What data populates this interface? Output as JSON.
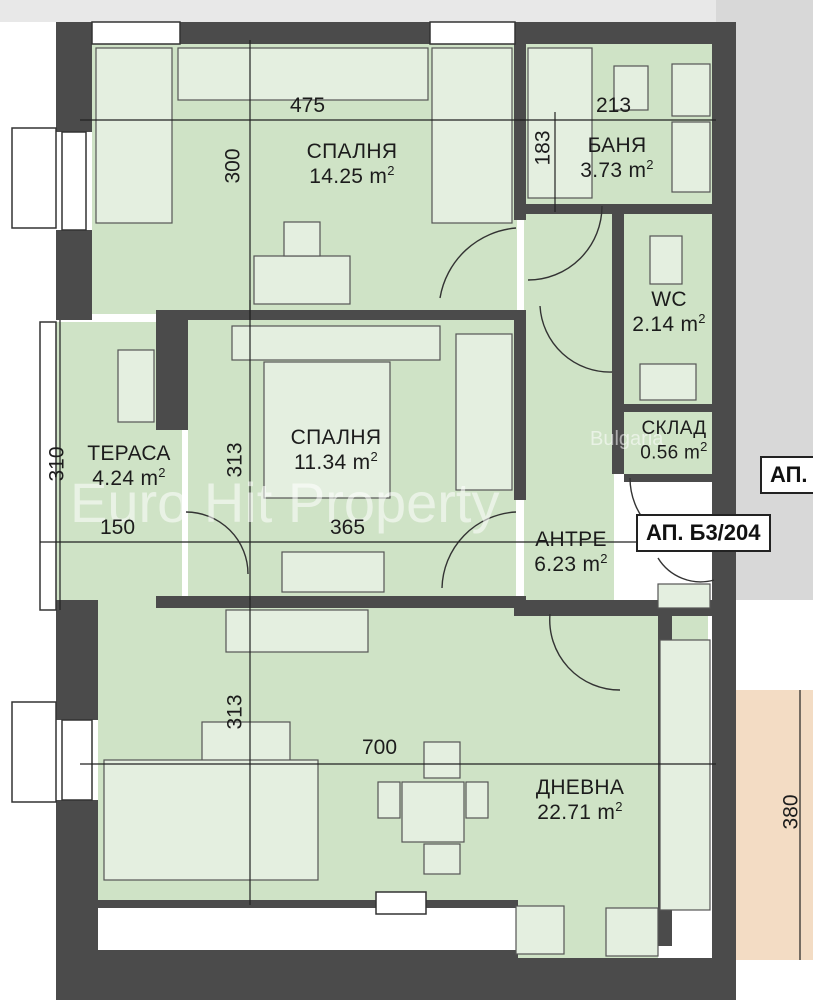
{
  "rooms": {
    "bedroom1": {
      "name": "СПАЛНЯ",
      "area": "14.25 m",
      "unit_sup": "2"
    },
    "bathroom": {
      "name": "БАНЯ",
      "area": "3.73 m",
      "unit_sup": "2"
    },
    "wc": {
      "name": "WC",
      "area": "2.14 m",
      "unit_sup": "2"
    },
    "storage": {
      "name": "СКЛАД",
      "area": "0.56 m",
      "unit_sup": "2"
    },
    "bedroom2": {
      "name": "СПАЛНЯ",
      "area": "11.34 m",
      "unit_sup": "2"
    },
    "terrace": {
      "name": "ТЕРАСА",
      "area": "4.24 m",
      "unit_sup": "2"
    },
    "hallway": {
      "name": "АНТРЕ",
      "area": "6.23 m",
      "unit_sup": "2"
    },
    "living": {
      "name": "ДНЕВНА",
      "area": "22.71 m",
      "unit_sup": "2"
    }
  },
  "dimensions": {
    "d475": "475",
    "d300": "300",
    "d213": "213",
    "d183": "183",
    "d313a": "313",
    "d310": "310",
    "d150": "150",
    "d365": "365",
    "d313b": "313",
    "d700": "700",
    "d380": "380"
  },
  "apartment_tags": {
    "current": "АП. Б3/204",
    "neighbor": "АП."
  },
  "watermark": {
    "text": "Euro Hit Property",
    "sub": "Bulgaria"
  },
  "colors": {
    "floor": "#cfe3c6",
    "wall": "#4b4b4b",
    "neighbor_floor": "#f3dcc4"
  }
}
